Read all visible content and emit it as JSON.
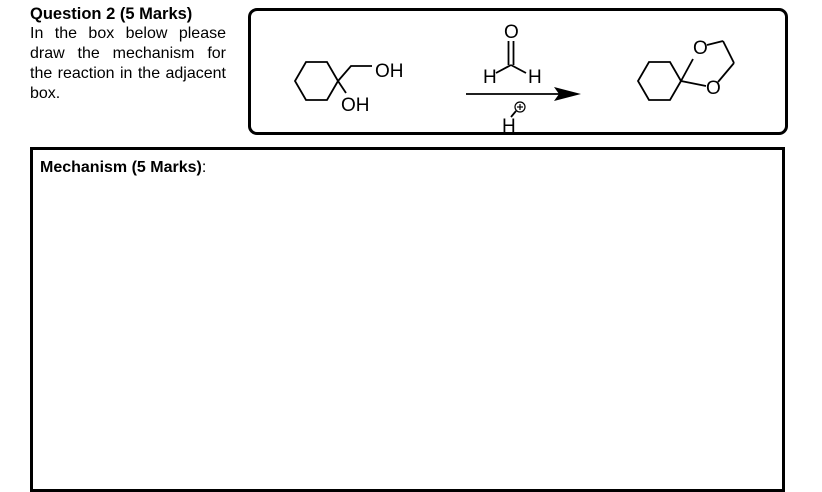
{
  "question": {
    "title": "Question 2 (5 Marks)",
    "body": "In the box below please draw the mechanism for the reaction in the adjacent box."
  },
  "reaction": {
    "reactant_oh_top": "OH",
    "reactant_oh_bottom": "OH",
    "reagent_o": "O",
    "reagent_h_left": "H",
    "reagent_h_right": "H",
    "catalyst_h": "H",
    "catalyst_charge": "+",
    "product_o_top": "O",
    "product_o_bottom": "O"
  },
  "mechanism": {
    "label_bold": "Mechanism (5 Marks)",
    "label_suffix": ":"
  }
}
